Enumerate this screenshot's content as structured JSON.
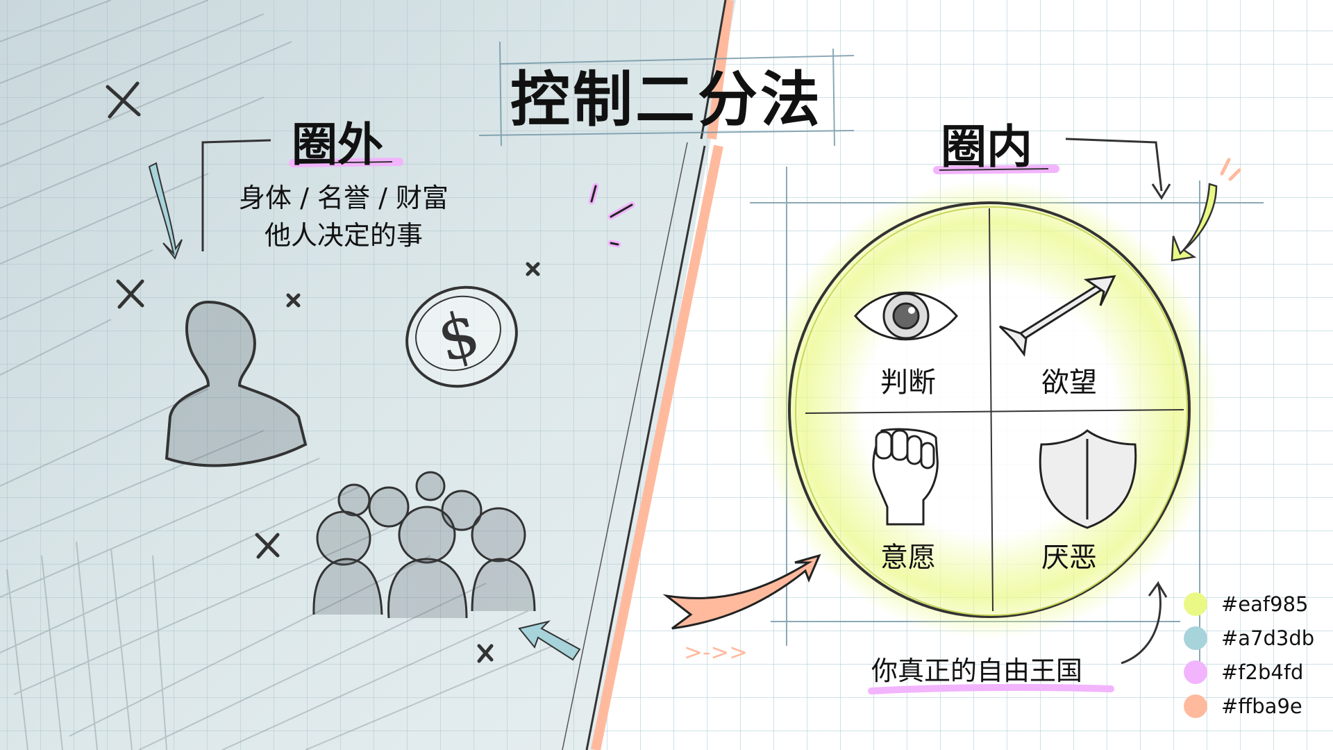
{
  "title": "控制二分法",
  "outside": {
    "heading": "圈外",
    "line1": "身体 / 名誉 / 财富",
    "line2": "他人决定的事",
    "icons": [
      "person-silhouette-icon",
      "dollar-coin-icon",
      "crowd-icon"
    ]
  },
  "inside": {
    "heading": "圈内",
    "quadrants": [
      {
        "label": "判断",
        "icon": "eye-icon"
      },
      {
        "label": "欲望",
        "icon": "arrow-icon"
      },
      {
        "label": "意愿",
        "icon": "fist-icon"
      },
      {
        "label": "厌恶",
        "icon": "shield-icon"
      }
    ],
    "caption": "你真正的自由王国"
  },
  "palette": [
    {
      "hex": "#eaf985",
      "label": "#eaf985"
    },
    {
      "hex": "#a7d3db",
      "label": "#a7d3db"
    },
    {
      "hex": "#f2b4fd",
      "label": "#f2b4fd"
    },
    {
      "hex": "#ffba9e",
      "label": "#ffba9e"
    }
  ],
  "decor": {
    "dash_arrows": ">->>"
  }
}
